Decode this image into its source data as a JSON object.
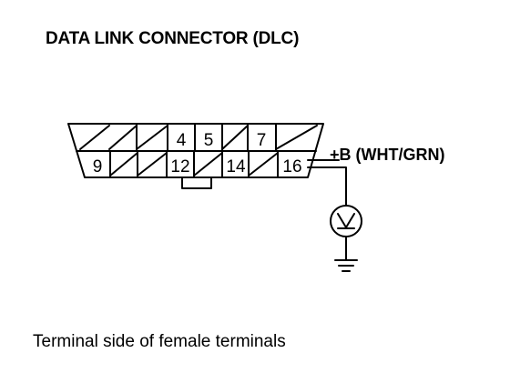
{
  "diagram": {
    "title": "DATA LINK CONNECTOR (DLC)",
    "caption": "Terminal side of female terminals",
    "supply_label": "+B (WHT/GRN)",
    "voltmeter_symbol": "V",
    "top_row_labels": [
      "4",
      "5",
      "7"
    ],
    "bottom_row_labels": [
      "9",
      "12",
      "14",
      "16"
    ]
  }
}
